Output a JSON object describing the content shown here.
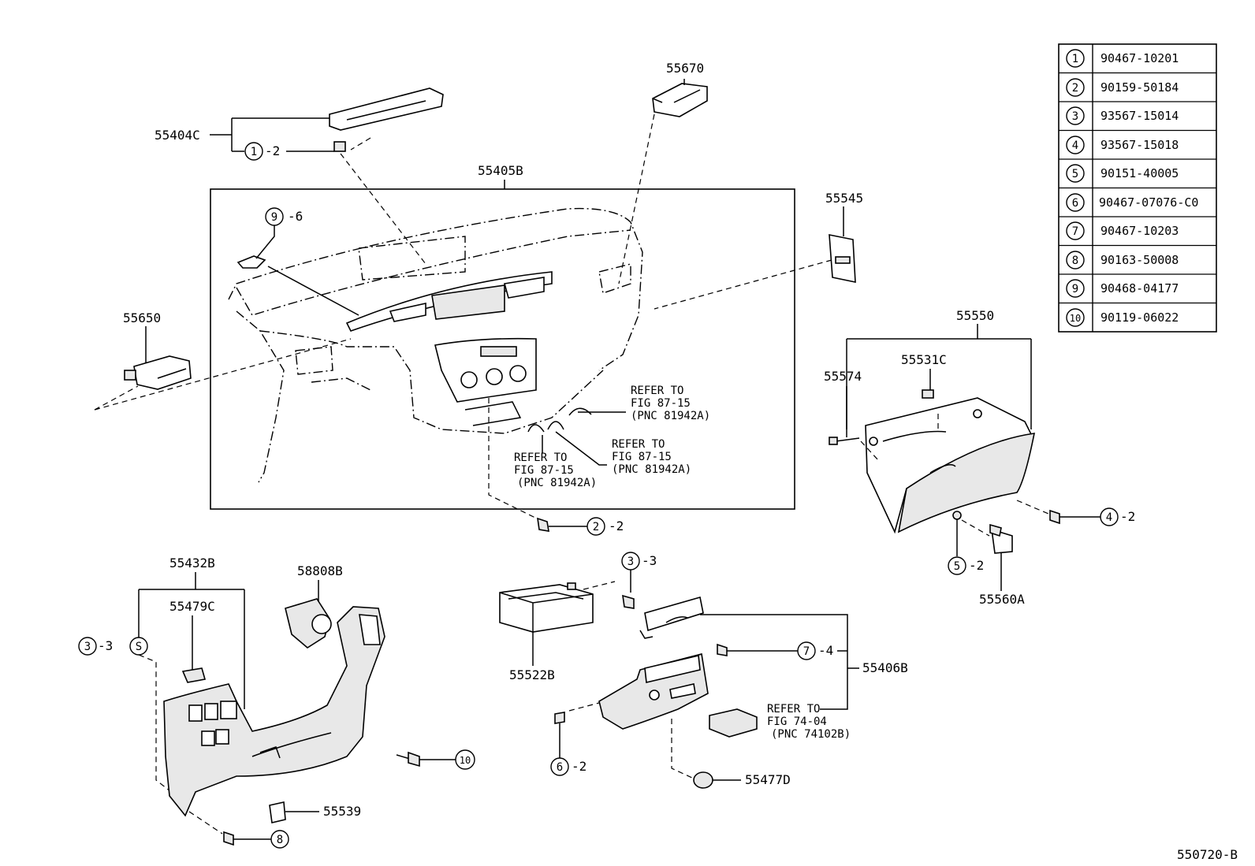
{
  "figure_id": "550720-B",
  "fastener_table": [
    {
      "key": "1",
      "part": "90467-10201"
    },
    {
      "key": "2",
      "part": "90159-50184"
    },
    {
      "key": "3",
      "part": "93567-15014"
    },
    {
      "key": "4",
      "part": "93567-15018"
    },
    {
      "key": "5",
      "part": "90151-40005"
    },
    {
      "key": "6",
      "part": "90467-07076-C0"
    },
    {
      "key": "7",
      "part": "90467-10203"
    },
    {
      "key": "8",
      "part": "90163-50008"
    },
    {
      "key": "9",
      "part": "90468-04177"
    },
    {
      "key": "10",
      "part": "90119-06022"
    }
  ],
  "parts": {
    "p55404C": "55404C",
    "p55670": "55670",
    "p55405B": "55405B",
    "p55545": "55545",
    "p55650": "55650",
    "p55550": "55550",
    "p55531C": "55531C",
    "p55574": "55574",
    "p55560A": "55560A",
    "p55432B": "55432B",
    "p58808B": "58808B",
    "p55479C": "55479C",
    "p55522B": "55522B",
    "p55406B": "55406B",
    "p55477D": "55477D",
    "p55539": "55539"
  },
  "callouts": {
    "c1": {
      "key": "1",
      "qty": "-2"
    },
    "c9": {
      "key": "9",
      "qty": "-6"
    },
    "c2": {
      "key": "2",
      "qty": "-2"
    },
    "c4": {
      "key": "4",
      "qty": "-2"
    },
    "c5": {
      "key": "5",
      "qty": "-2"
    },
    "c3a": {
      "key": "3",
      "qty": "-3"
    },
    "c3b": {
      "key": "3",
      "qty": "-3"
    },
    "cS": {
      "key": "S"
    },
    "c7": {
      "key": "7",
      "qty": "-4"
    },
    "c6": {
      "key": "6",
      "qty": "-2"
    },
    "c10": {
      "key": "10"
    },
    "c8": {
      "key": "8"
    }
  },
  "refs": {
    "ref_a": [
      "REFER TO",
      "FIG 87-15",
      "(PNC 81942A)"
    ],
    "ref_b": [
      "REFER TO",
      "FIG 87-15",
      "(PNC 81942A)"
    ],
    "ref_c": [
      "REFER TO",
      "FIG 87-15",
      "(PNC 81942A)"
    ],
    "ref_d": [
      "REFER TO",
      "FIG 74-04",
      "(PNC 74102B)"
    ]
  }
}
